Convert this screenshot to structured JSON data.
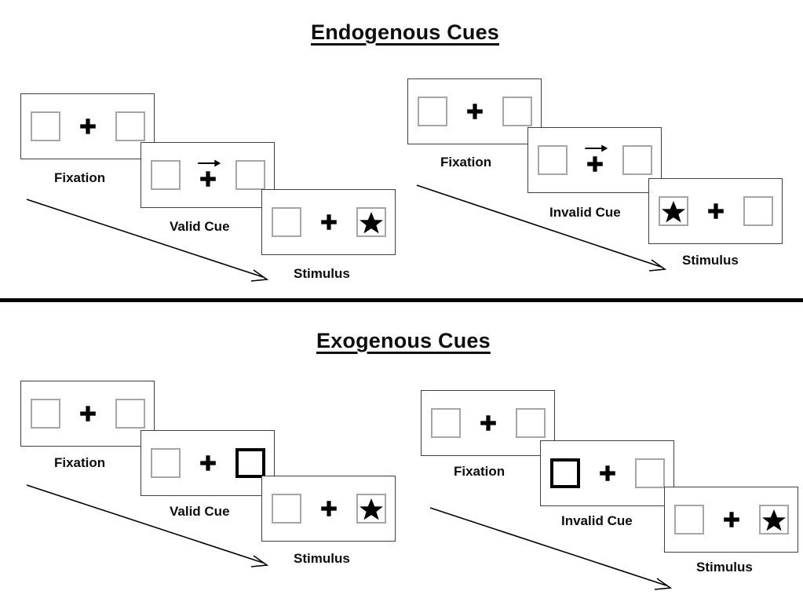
{
  "figure": {
    "title_top": "Endogenous Cues",
    "title_bottom": "Exogenous Cues",
    "divider": "horizontal-rule"
  },
  "colors": {
    "background": "#ffffff",
    "stroke": "#3f3f3f",
    "slot_border": "#a6a6a6",
    "highlight_border": "#000000",
    "text": "#0d0d0d"
  },
  "labels": {
    "fixation": "Fixation",
    "valid_cue": "Valid Cue",
    "invalid_cue": "Invalid Cue",
    "stimulus": "Stimulus"
  },
  "icons": {
    "fixation_cross": "plus-icon",
    "target": "star-icon",
    "endogenous_cue": "right-arrow-icon",
    "exogenous_cue": "thick-box-icon",
    "time_flow": "diagonal-arrow-icon"
  },
  "sequences": [
    {
      "id": "endogenous-valid",
      "section": "Endogenous Cues",
      "cue_type": "endogenous",
      "validity": "valid",
      "frames": [
        {
          "name": "fixation",
          "label": "Fixation",
          "left_slot": "empty",
          "right_slot": "empty",
          "center": "plus",
          "cue": "none"
        },
        {
          "name": "cue",
          "label": "Valid Cue",
          "left_slot": "empty",
          "right_slot": "empty",
          "center": "plus",
          "cue": "arrow-right"
        },
        {
          "name": "stimulus",
          "label": "Stimulus",
          "left_slot": "empty",
          "right_slot": "star",
          "center": "plus",
          "cue": "none"
        }
      ]
    },
    {
      "id": "endogenous-invalid",
      "section": "Endogenous Cues",
      "cue_type": "endogenous",
      "validity": "invalid",
      "frames": [
        {
          "name": "fixation",
          "label": "Fixation",
          "left_slot": "empty",
          "right_slot": "empty",
          "center": "plus",
          "cue": "none"
        },
        {
          "name": "cue",
          "label": "Invalid Cue",
          "left_slot": "empty",
          "right_slot": "empty",
          "center": "plus",
          "cue": "arrow-right"
        },
        {
          "name": "stimulus",
          "label": "Stimulus",
          "left_slot": "star",
          "right_slot": "empty",
          "center": "plus",
          "cue": "none"
        }
      ]
    },
    {
      "id": "exogenous-valid",
      "section": "Exogenous Cues",
      "cue_type": "exogenous",
      "validity": "valid",
      "frames": [
        {
          "name": "fixation",
          "label": "Fixation",
          "left_slot": "empty",
          "right_slot": "empty",
          "center": "plus",
          "cue": "none"
        },
        {
          "name": "cue",
          "label": "Valid Cue",
          "left_slot": "empty",
          "right_slot": "highlight",
          "center": "plus",
          "cue": "box-flash-right"
        },
        {
          "name": "stimulus",
          "label": "Stimulus",
          "left_slot": "empty",
          "right_slot": "star",
          "center": "plus",
          "cue": "none"
        }
      ]
    },
    {
      "id": "exogenous-invalid",
      "section": "Exogenous Cues",
      "cue_type": "exogenous",
      "validity": "invalid",
      "frames": [
        {
          "name": "fixation",
          "label": "Fixation",
          "left_slot": "empty",
          "right_slot": "empty",
          "center": "plus",
          "cue": "none"
        },
        {
          "name": "cue",
          "label": "Invalid Cue",
          "left_slot": "highlight",
          "right_slot": "empty",
          "center": "plus",
          "cue": "box-flash-left"
        },
        {
          "name": "stimulus",
          "label": "Stimulus",
          "left_slot": "empty",
          "right_slot": "star",
          "center": "plus",
          "cue": "none"
        }
      ]
    }
  ]
}
